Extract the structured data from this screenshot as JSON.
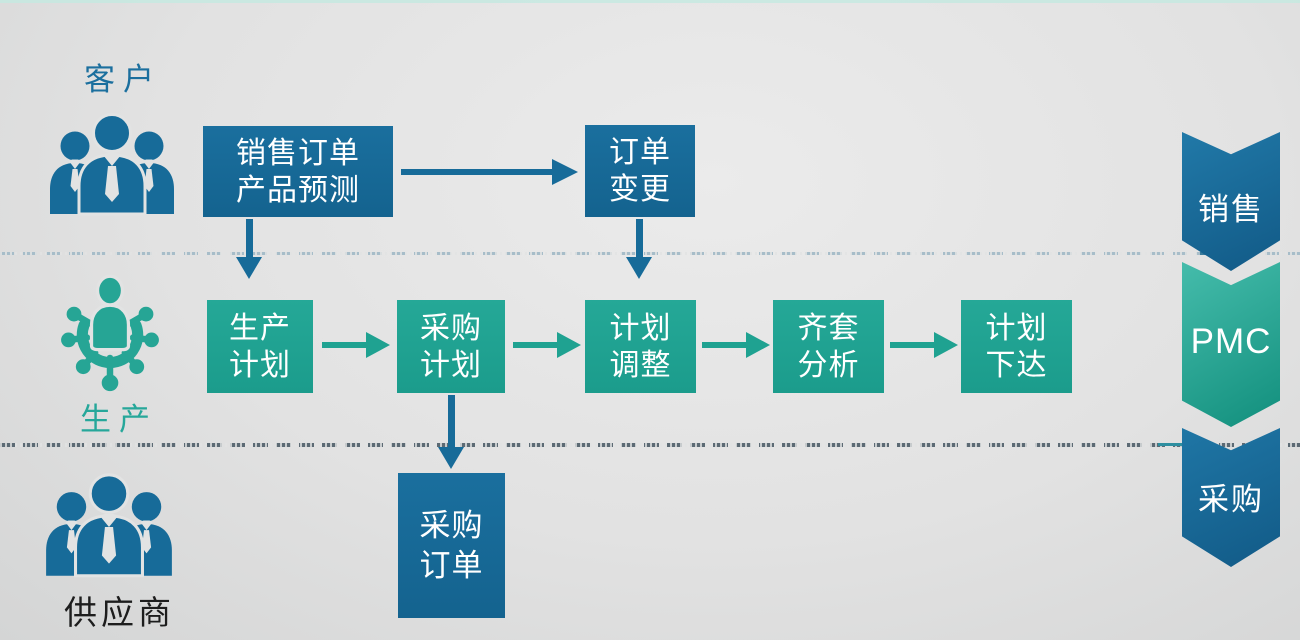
{
  "actors": {
    "customer": "客户",
    "production": "生产",
    "supplier": "供应商"
  },
  "process_boxes": {
    "sales_order_forecast": [
      "销售订单",
      "产品预测"
    ],
    "order_change": [
      "订单",
      "变更"
    ],
    "production_plan": [
      "生产",
      "计划"
    ],
    "purchase_plan": [
      "采购",
      "计划"
    ],
    "plan_adjustment": [
      "计划",
      "调整"
    ],
    "kitting_analysis": [
      "齐套",
      "分析"
    ],
    "plan_release": [
      "计划",
      "下达"
    ],
    "purchase_order": [
      "采购",
      "订单"
    ]
  },
  "banners": {
    "sales": "销售",
    "pmc": "PMC",
    "purchasing": "采购"
  },
  "icons": {
    "customer": "people-group-icon",
    "production": "person-gear-icon",
    "supplier": "people-group-icon"
  },
  "colors": {
    "blue": "#176b99",
    "teal": "#1fa291",
    "label_blue": "#1b6f9e",
    "label_teal": "#26a79a",
    "label_dark": "#1d1d1d"
  }
}
